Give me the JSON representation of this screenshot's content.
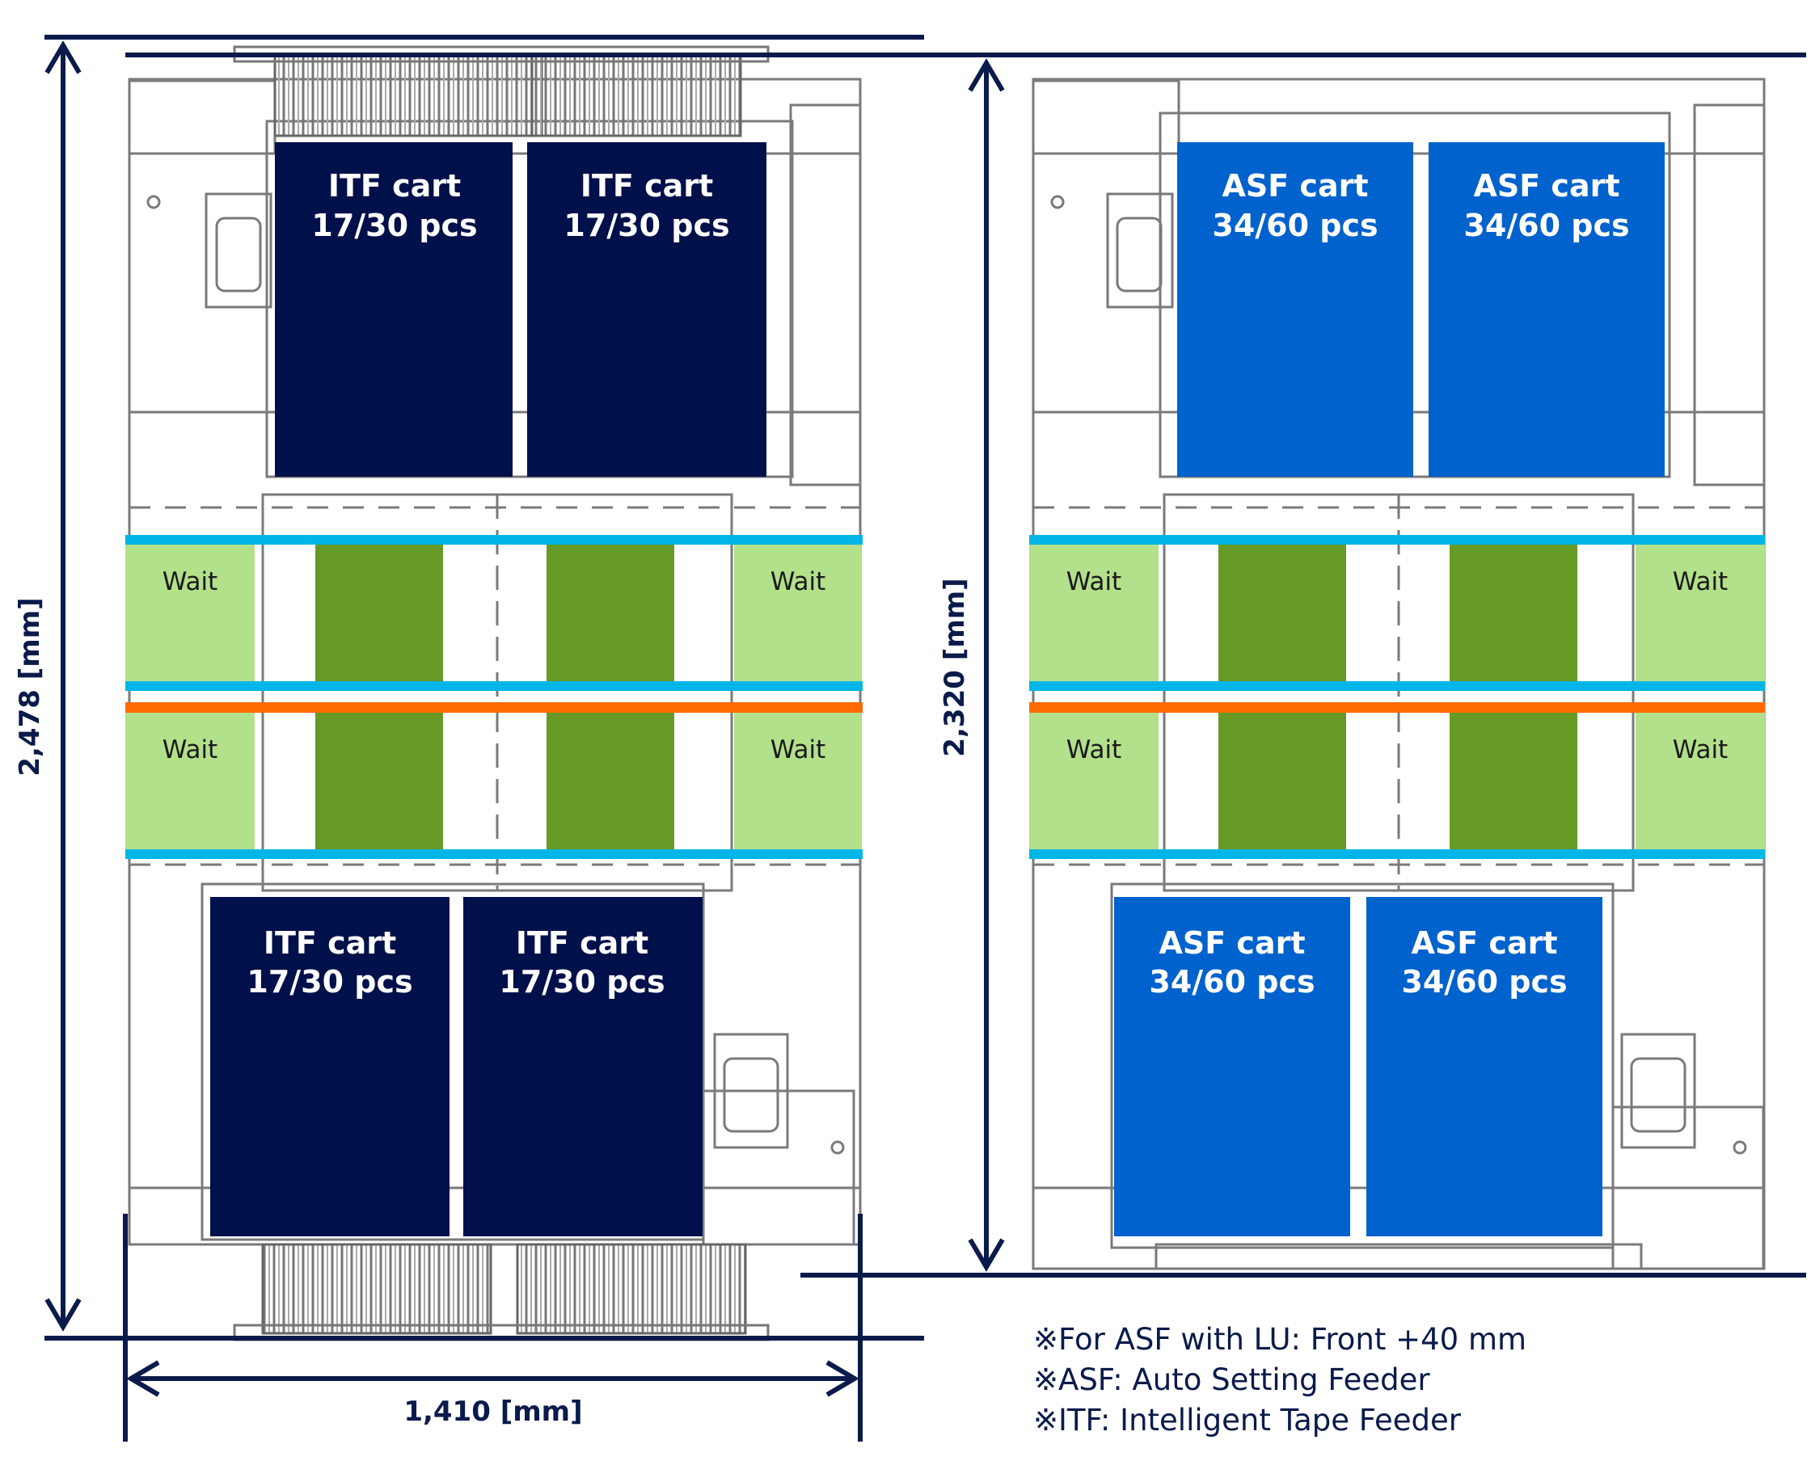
{
  "colors": {
    "itf_cart": "#00104a",
    "asf_cart": "#0062cc",
    "wait_zone": "#b3e08a",
    "work_zone": "#669926",
    "rail_blue": "#00b5e8",
    "rail_orange": "#ff6a00",
    "dimension": "#0a1a4a",
    "machine_line": "#7a7a7a"
  },
  "left_machine": {
    "carts": [
      {
        "line1": "ITF cart",
        "line2": "17/30 pcs"
      },
      {
        "line1": "ITF cart",
        "line2": "17/30 pcs"
      },
      {
        "line1": "ITF cart",
        "line2": "17/30 pcs"
      },
      {
        "line1": "ITF cart",
        "line2": "17/30 pcs"
      }
    ],
    "wait_labels": [
      "Wait",
      "Wait",
      "Wait",
      "Wait"
    ],
    "height_dimension": "2,478 [mm]",
    "width_dimension": "1,410 [mm]"
  },
  "right_machine": {
    "carts": [
      {
        "line1": "ASF cart",
        "line2": "34/60 pcs"
      },
      {
        "line1": "ASF cart",
        "line2": "34/60 pcs"
      },
      {
        "line1": "ASF cart",
        "line2": "34/60 pcs"
      },
      {
        "line1": "ASF cart",
        "line2": "34/60 pcs"
      }
    ],
    "wait_labels": [
      "Wait",
      "Wait",
      "Wait",
      "Wait"
    ],
    "height_dimension": "2,320 [mm]"
  },
  "notes": [
    "※For ASF with LU: Front +40 mm",
    "※ASF: Auto Setting Feeder",
    "※ITF: Intelligent Tape Feeder"
  ]
}
